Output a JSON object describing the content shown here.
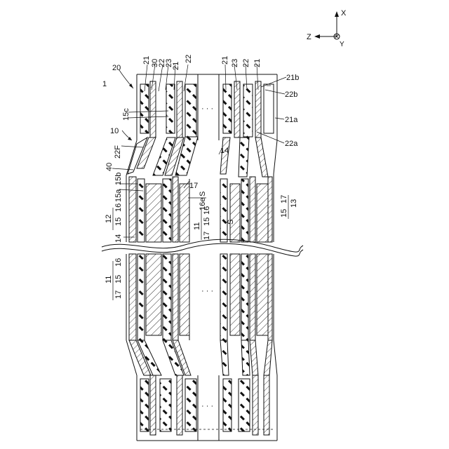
{
  "axes": {
    "x_label": "X",
    "y_label": "Y",
    "z_label": "Z"
  },
  "labels": {
    "l1": "1",
    "l20": "20",
    "l10": "10",
    "l21a": "21",
    "l30": "30",
    "l22a": "22",
    "l23a": "23",
    "l21b": "21",
    "l22b": "22",
    "l21c": "21",
    "l23b": "23",
    "l22c": "22",
    "l21d": "21",
    "l21b_ref": "21b",
    "l22b_ref": "22b",
    "l21a_ref": "21a",
    "l22a_ref": "22a",
    "l15c": "15c",
    "l22F": "22F",
    "l40": "40",
    "l14a": "14",
    "l15a": "15a",
    "l15b": "15b",
    "l17a": "17",
    "l16e": "16e",
    "lS1": "S",
    "lS2": "S",
    "l12": "12",
    "l15_12": "15",
    "l16_12": "16",
    "l11a": "11",
    "l17_11a": "17",
    "l15_11a": "15",
    "l16_11a": "16",
    "l15_13": "15",
    "l17_13": "17",
    "l13": "13",
    "l14b": "14",
    "l11b": "11",
    "l17_11b": "17",
    "l15_11b": "15",
    "l16_11b": "16",
    "dots": "· · ·"
  }
}
